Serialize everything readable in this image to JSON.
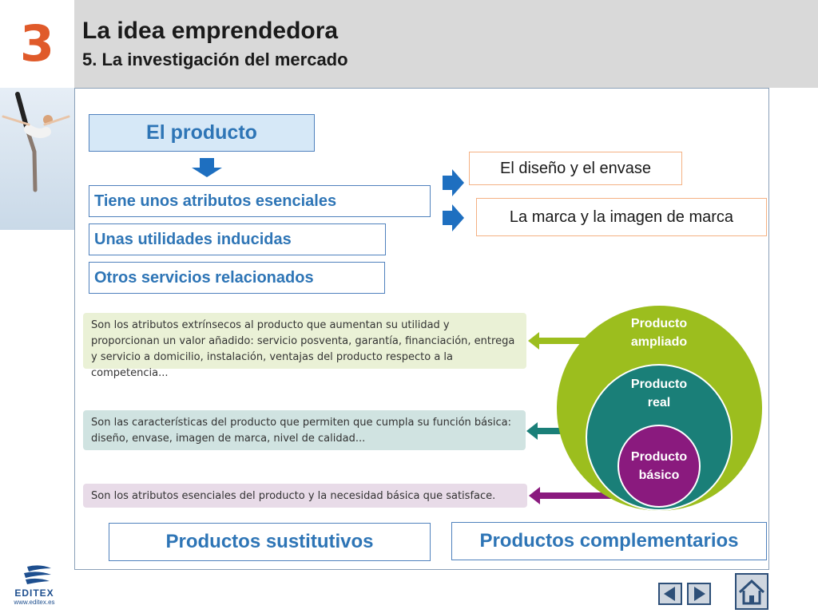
{
  "header": {
    "chapter_number": "3",
    "title": "La idea emprendedora",
    "subtitle": "5. La investigación del mercado"
  },
  "product_block": {
    "title": "El producto",
    "attributes": [
      "Tiene unos atributos esenciales",
      "Unas utilidades inducidas",
      "Otros servicios relacionados"
    ],
    "essential_details": [
      "El diseño y el envase",
      "La marca y la imagen de marca"
    ]
  },
  "descriptions": {
    "extended": "Son los atributos extrínsecos al producto que aumentan su utilidad y proporcionan un valor añadido: servicio posventa, garantía, financiación, entrega y servicio a domicilio, instalación, ventajas del producto respecto a la competencia...",
    "real": "Son las características del producto que permiten que cumpla su función básica: diseño, envase, imagen de marca, nivel de calidad...",
    "basic": "Son los atributos esenciales del producto y la necesidad básica que satisface."
  },
  "circles": {
    "extended_line1": "Producto",
    "extended_line2": "ampliado",
    "real_line1": "Producto",
    "real_line2": "real",
    "basic_line1": "Producto",
    "basic_line2": "básico"
  },
  "bottom": {
    "substitutes": "Productos sustitutivos",
    "complements": "Productos complementarios"
  },
  "logo": {
    "brand": "EDITEX",
    "url": "www.editex.es"
  },
  "icons": {
    "prev": "triangle-left-icon",
    "next": "triangle-right-icon",
    "home": "home-icon"
  },
  "colors": {
    "accent_orange": "#e05a2a",
    "blue_text": "#2e75b6",
    "circle_extended": "#9cbe1e",
    "circle_real": "#1a7f78",
    "circle_basic": "#8a1a7e"
  }
}
